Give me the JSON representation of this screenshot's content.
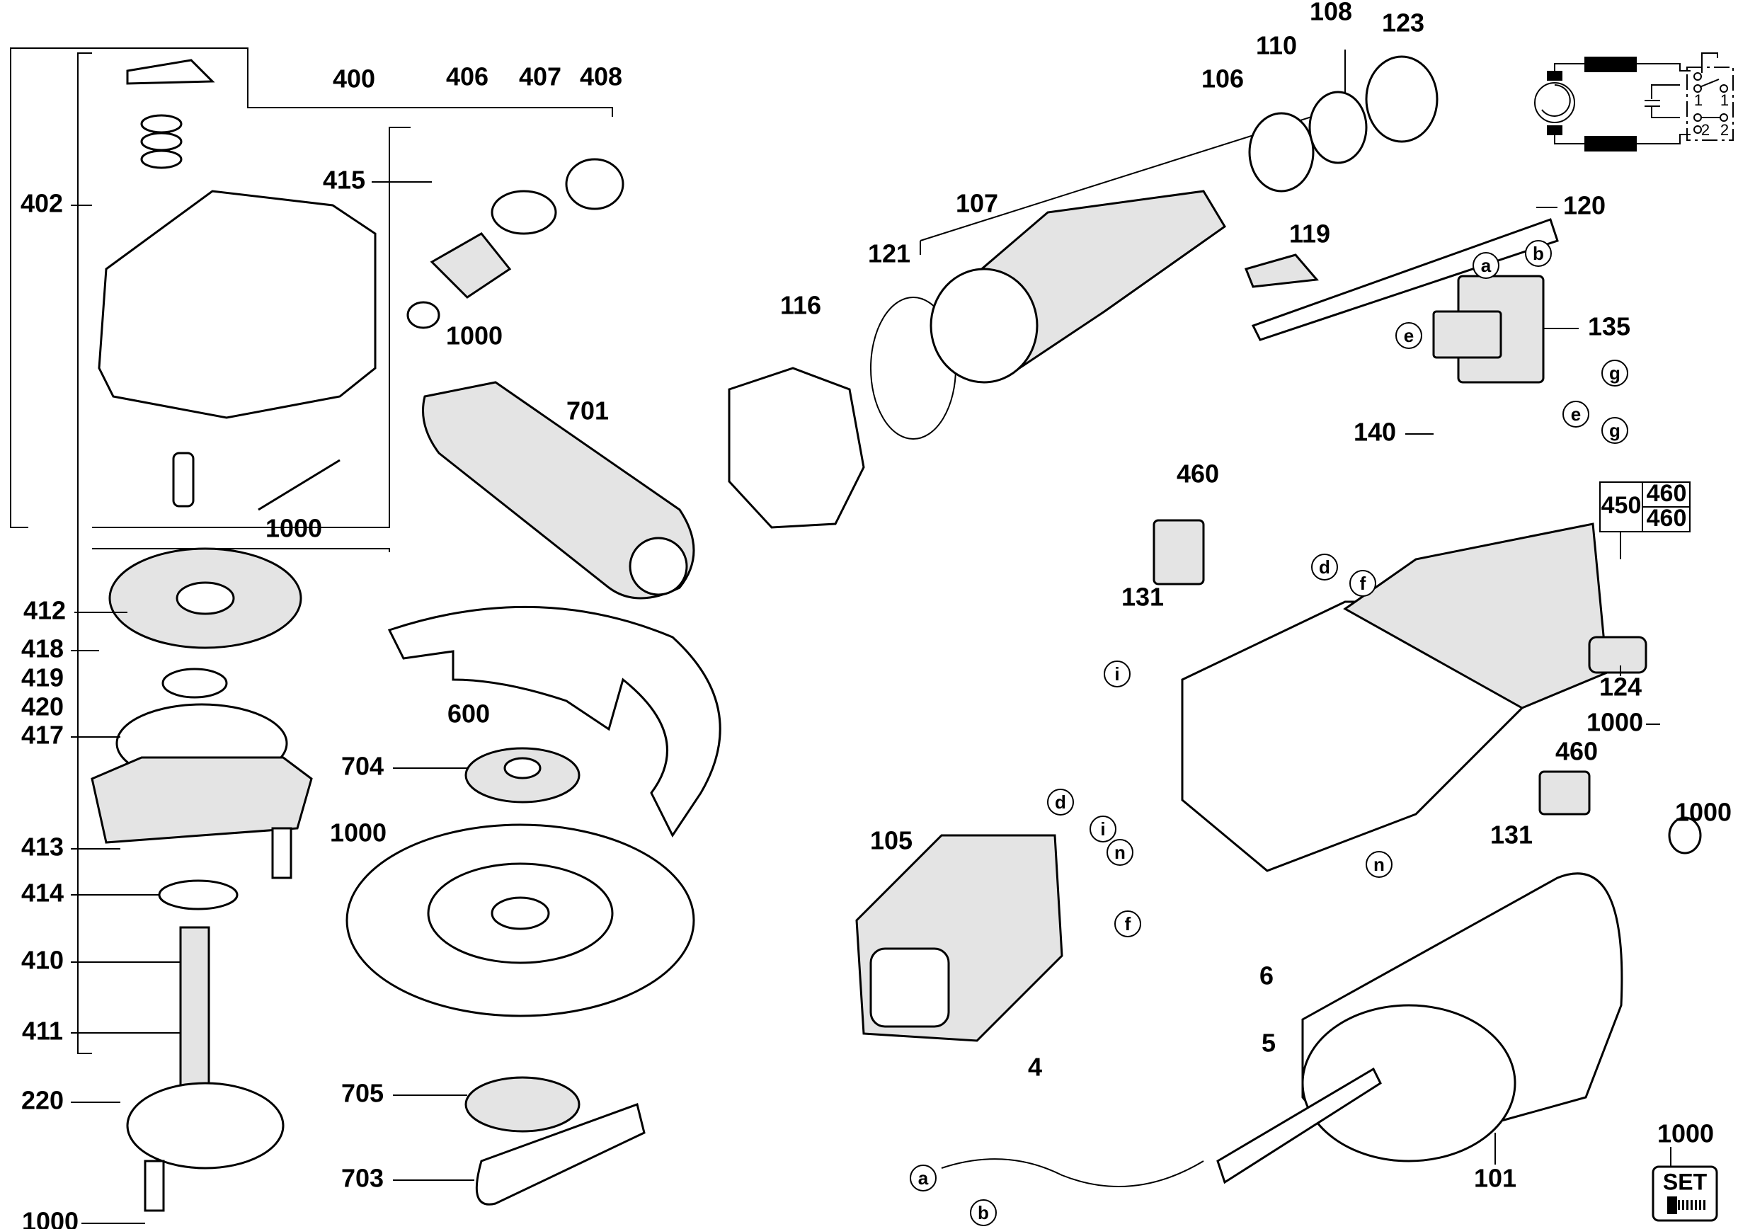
{
  "title": "Angle grinder exploded parts diagram",
  "callouts": [
    "400",
    "406",
    "407",
    "408",
    "402",
    "415",
    "1000",
    "701",
    "1000",
    "106",
    "110",
    "108",
    "123",
    "107",
    "121",
    "116",
    "119",
    "120",
    "135",
    "140",
    "460",
    "131",
    "124",
    "1000",
    "460",
    "131",
    "1000",
    "412",
    "418",
    "419",
    "420",
    "417",
    "413",
    "414",
    "410",
    "411",
    "220",
    "1000",
    "600",
    "704",
    "1000",
    "705",
    "703",
    "105",
    "6",
    "4",
    "5",
    "101",
    "1000"
  ],
  "letters": [
    "a",
    "b",
    "e",
    "g",
    "e",
    "g",
    "d",
    "f",
    "i",
    "n",
    "d",
    "i",
    "n",
    "f",
    "a",
    "b"
  ],
  "kit_box": {
    "main": "450",
    "sub1": "460",
    "sub2": "460"
  },
  "set_badge": {
    "label": "SET"
  },
  "circuit": {
    "switch_numbers": [
      "1",
      "1",
      "2",
      "2"
    ]
  }
}
